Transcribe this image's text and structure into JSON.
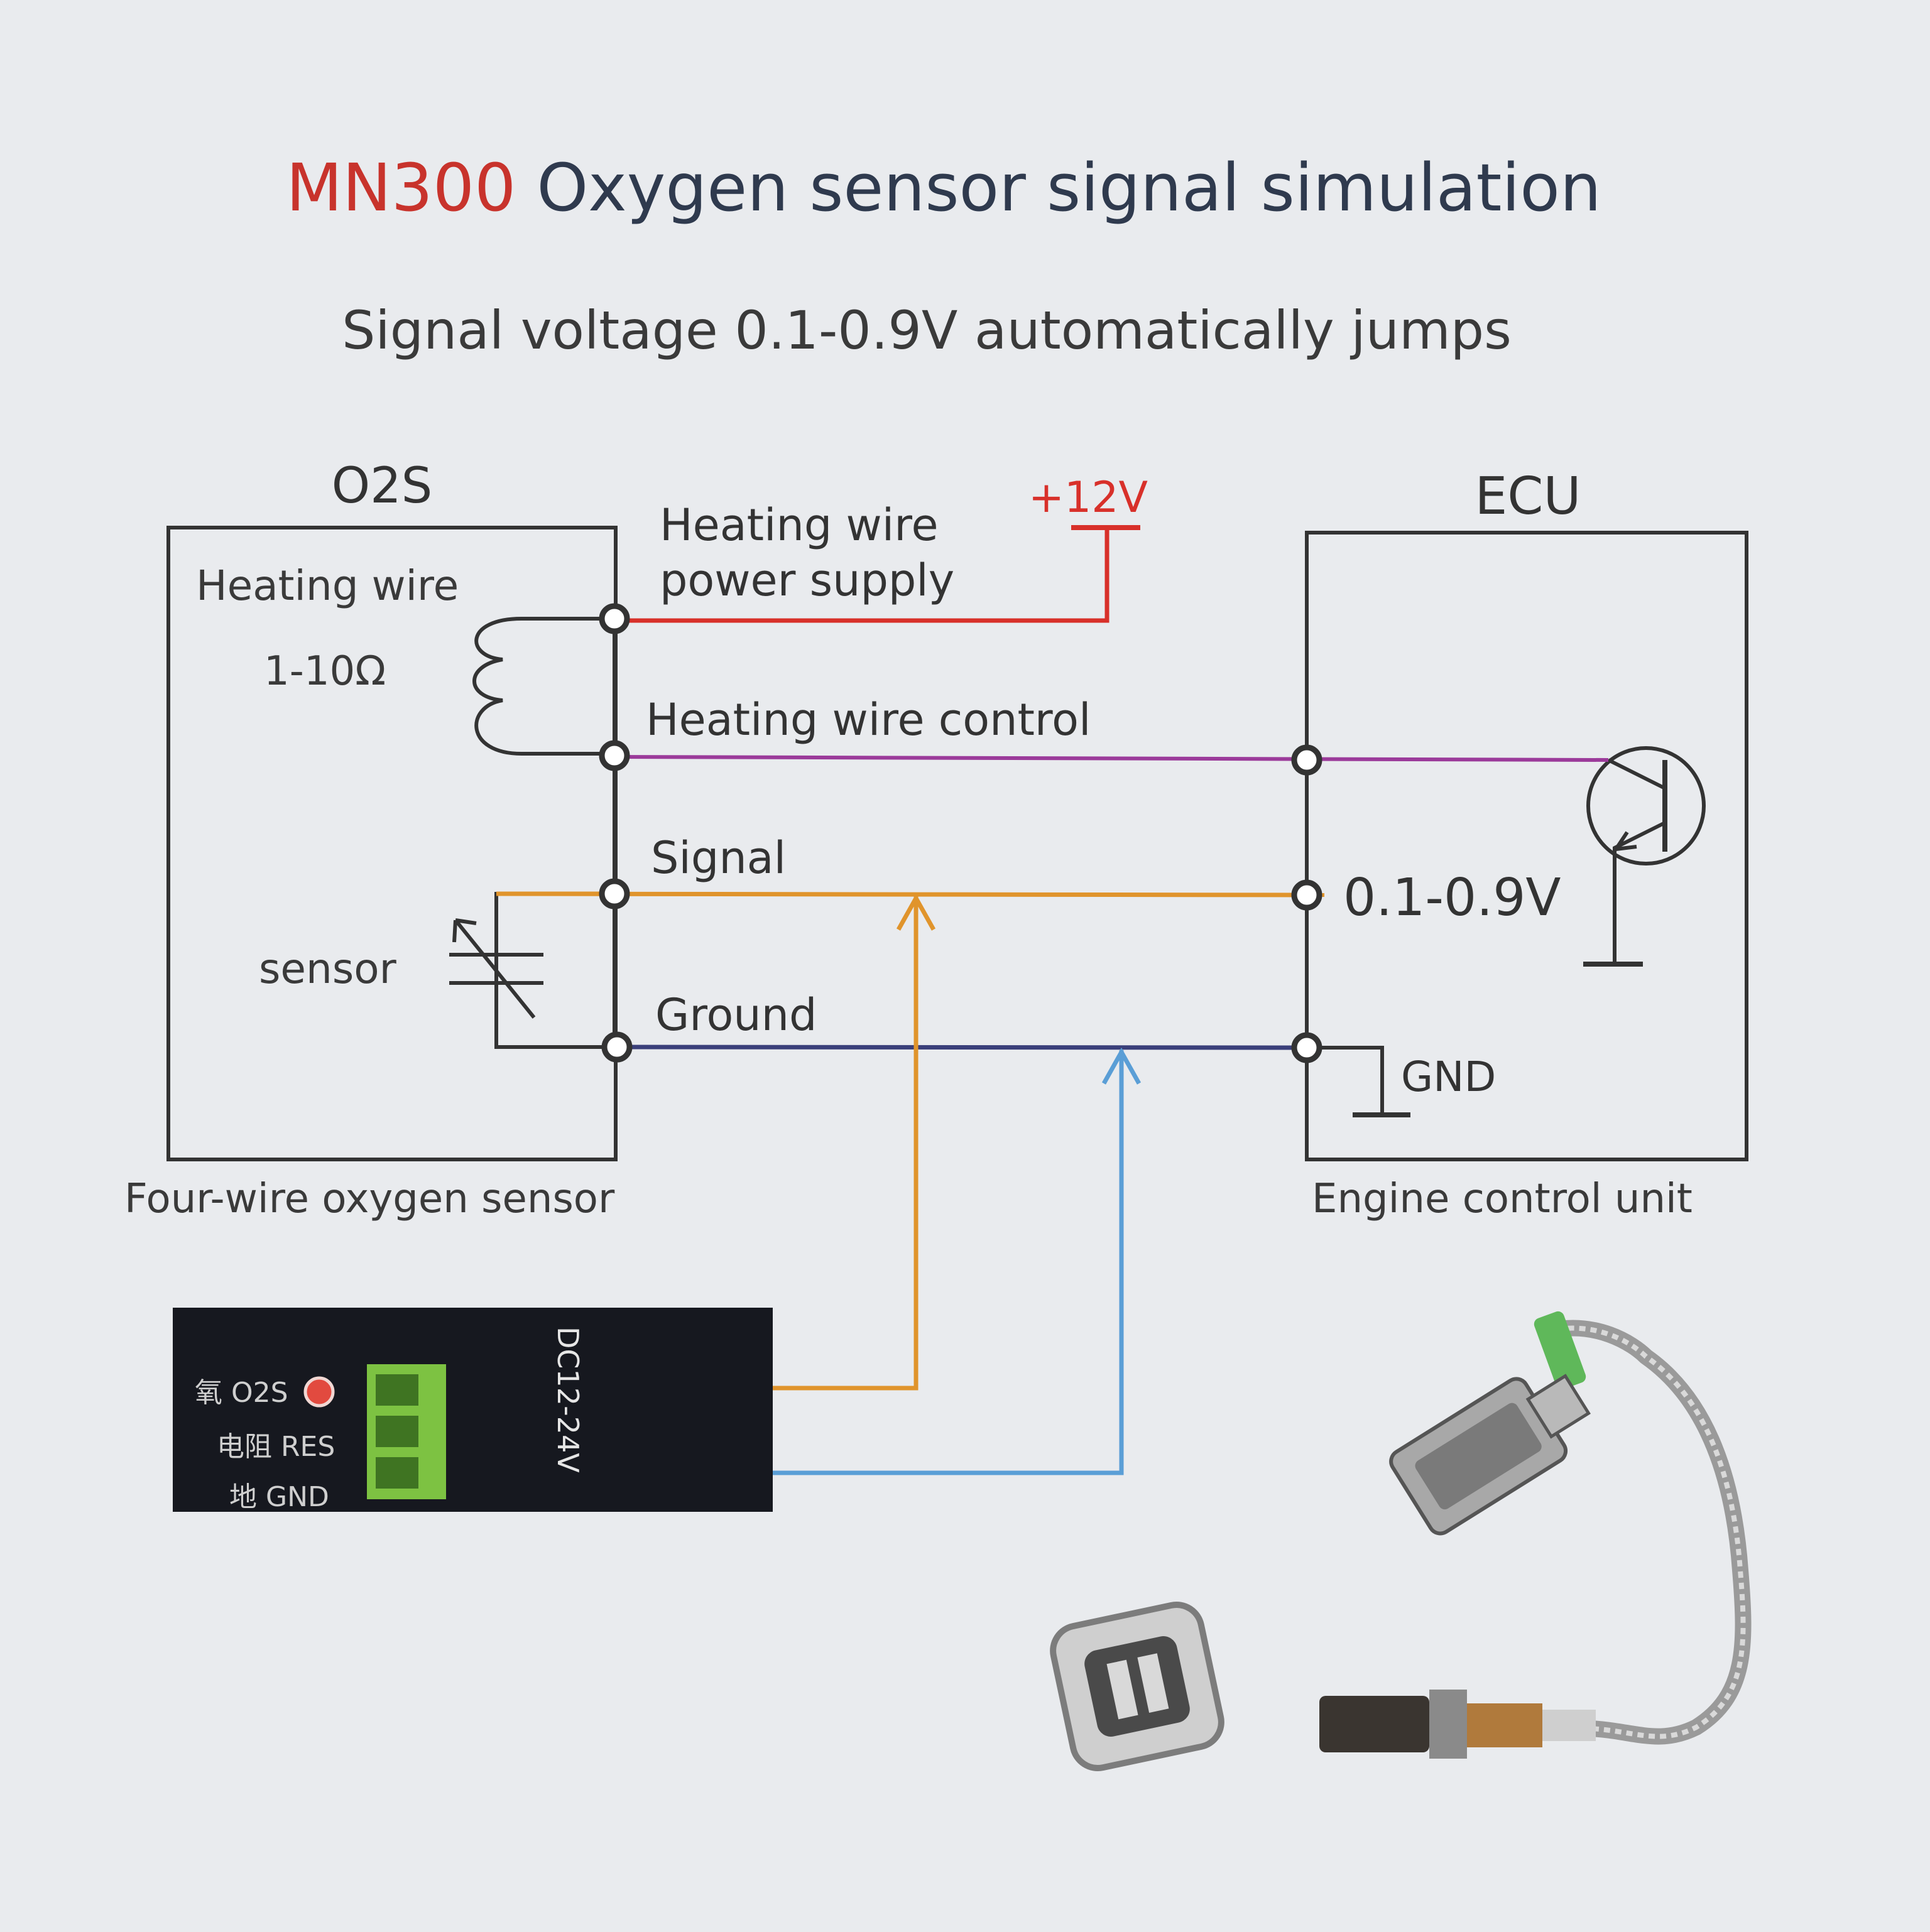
{
  "title": {
    "brand": "MN300",
    "text": "Oxygen sensor signal simulation"
  },
  "subtitle": "Signal voltage 0.1-0.9V automatically jumps",
  "o2s": {
    "title": "O2S",
    "heating_wire_label": "Heating wire",
    "resistance_label": "1-10Ω",
    "sensor_label": "sensor",
    "caption": "Four-wire oxygen sensor"
  },
  "ecu": {
    "title": "ECU",
    "voltage_label": "0.1-0.9V",
    "gnd_label": "GND",
    "caption": "Engine control unit"
  },
  "wires": {
    "supply_line1": "Heating wire",
    "supply_line2": "power supply",
    "supply_voltage": "+12V",
    "control": "Heating wire control",
    "signal": "Signal",
    "ground": "Ground"
  },
  "module": {
    "row1": "氧 O2S",
    "row2": "电阻 RES",
    "row3": "地 GND",
    "power_label": "DC12-24V"
  },
  "colors": {
    "brand": "#c8332c",
    "title": "#2f3a4e",
    "supply_wire": "#d8302a",
    "control_wire": "#9b3a9a",
    "signal_wire": "#e0942c",
    "ground_wire": "#3a3f7a",
    "probe_wire": "#5a9ed6",
    "terminal": "#7dc242",
    "line": "#333333"
  }
}
